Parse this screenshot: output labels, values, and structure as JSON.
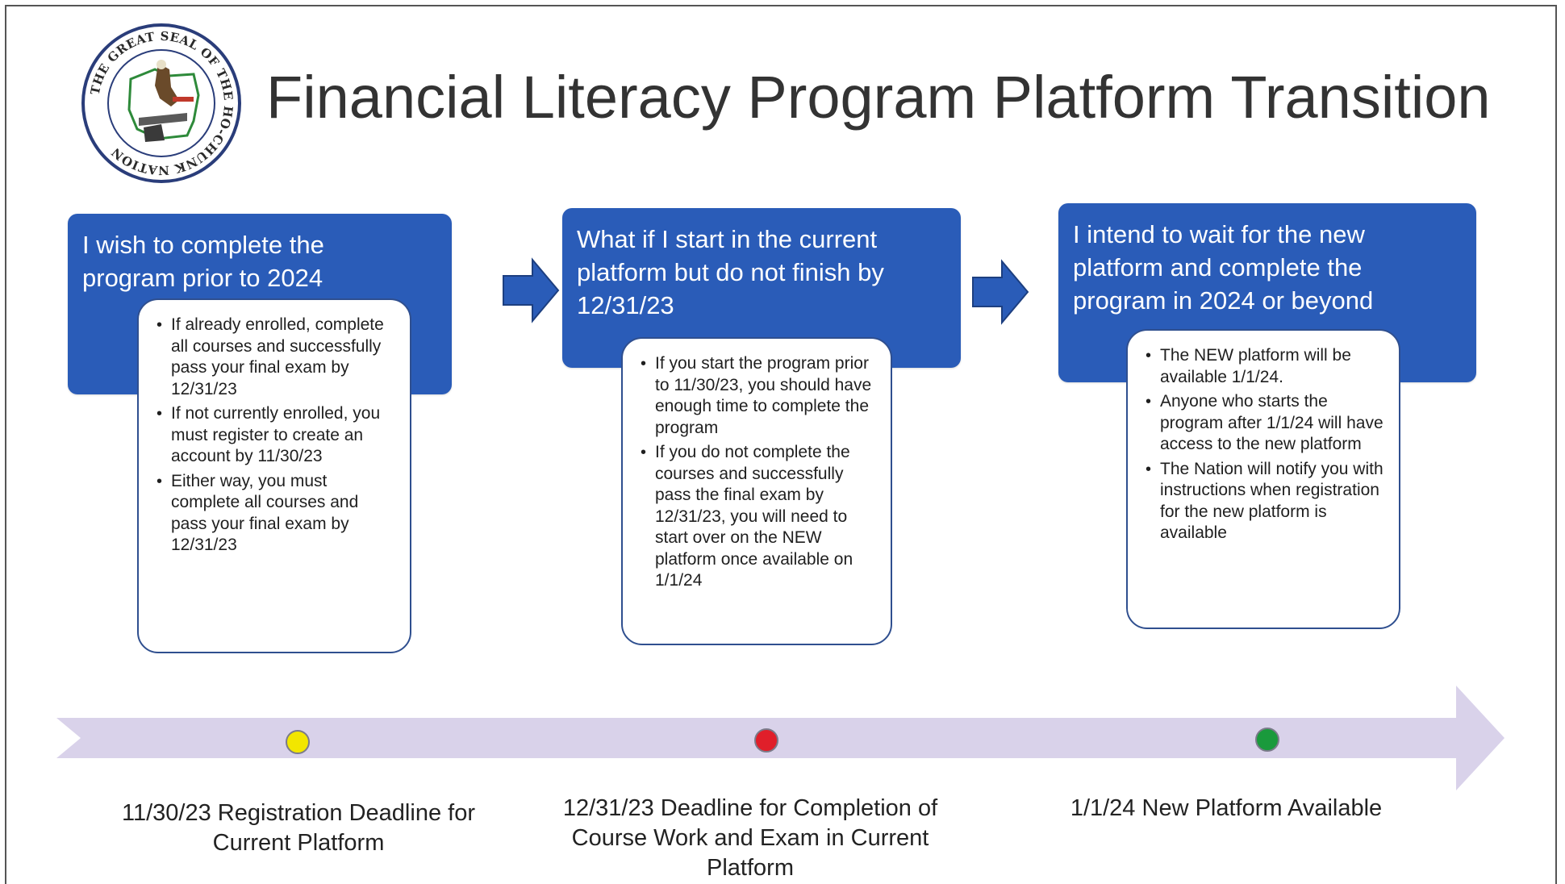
{
  "header": {
    "title": "Financial Literacy Program Platform Transition",
    "seal_text": "THE GREAT SEAL OF THE HO-CHUNK NATION"
  },
  "colors": {
    "box_blue": "#2a5cb8",
    "card_border": "#2f4f8f",
    "arrow_fill": "#2a5cb8",
    "timeline_band": "#d9d2ea",
    "dot_yellow": "#f2e600",
    "dot_red": "#e01f2a",
    "dot_green": "#1a9a3c"
  },
  "steps": [
    {
      "heading": "I wish to complete the program prior to 2024",
      "bullets": [
        "If already enrolled, complete all courses and successfully pass your final exam by 12/31/23",
        "If not currently enrolled, you must register to create an account  by 11/30/23",
        "Either way, you must complete all courses and pass your final exam by 12/31/23"
      ]
    },
    {
      "heading": "What if I start in the current platform but do not finish by 12/31/23",
      "bullets": [
        "If you start the program prior to 11/30/23, you should have enough time to complete the program",
        "If you do not complete the courses and successfully pass the final exam by 12/31/23, you will need to start over on the NEW platform once available on 1/1/24"
      ]
    },
    {
      "heading": "I intend to wait for the new platform and complete the program in 2024 or beyond",
      "bullets": [
        "The NEW platform will be available 1/1/24.",
        "Anyone who starts the program after 1/1/24 will have access to the new platform",
        "The Nation will notify you with instructions when registration for the new platform is available"
      ]
    }
  ],
  "timeline": [
    {
      "label": "11/30/23 Registration Deadline for Current Platform",
      "dot_color": "yellow"
    },
    {
      "label": "12/31/23 Deadline for Completion of Course Work and Exam in Current Platform",
      "dot_color": "red"
    },
    {
      "label": "1/1/24 New Platform Available",
      "dot_color": "green"
    }
  ]
}
